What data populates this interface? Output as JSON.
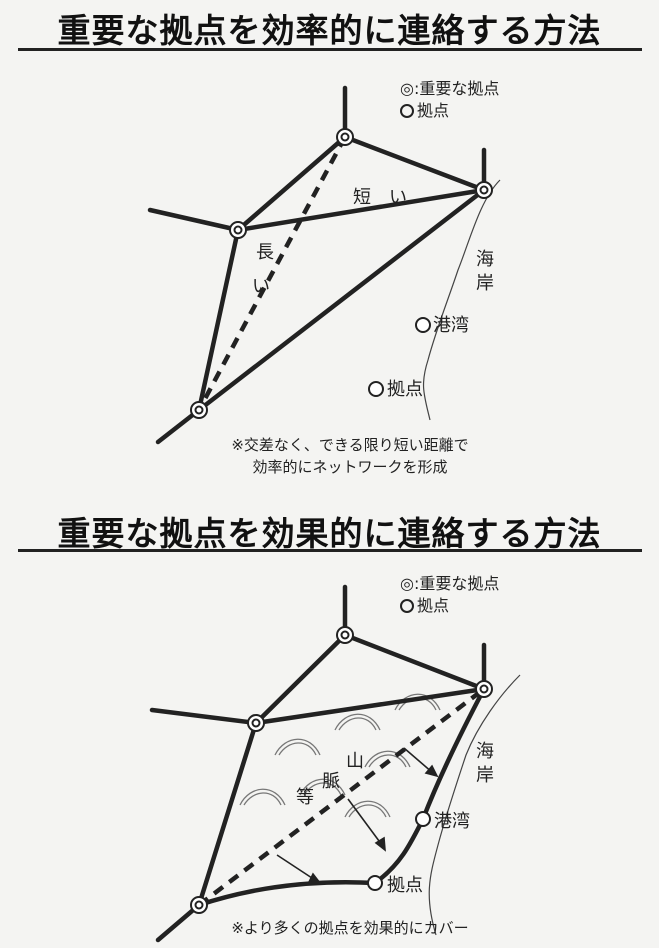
{
  "top": {
    "title": "重要な拠点を効率的に連絡する方法",
    "legend": {
      "important": "◎:重要な拠点",
      "base": "拠点"
    },
    "labels": {
      "short": "短　い",
      "long_1": "長",
      "long_2": "い",
      "coast_1": "海",
      "coast_2": "岸",
      "port": "港湾",
      "base": "拠点"
    },
    "note_line1": "※交差なく、できる限り短い距離で",
    "note_line2": "効率的にネットワークを形成"
  },
  "bottom": {
    "title": "重要な拠点を効果的に連絡する方法",
    "legend": {
      "important": "◎:重要な拠点",
      "base": "拠点"
    },
    "labels": {
      "mountain_1": "等",
      "mountain_2": "山",
      "mountain_3": "脈",
      "coast_1": "海",
      "coast_2": "岸",
      "port": "港湾",
      "base": "拠点"
    },
    "note": "※より多くの拠点を効果的にカバー"
  },
  "colors": {
    "line": "#222222",
    "background": "#f4f4f2"
  }
}
